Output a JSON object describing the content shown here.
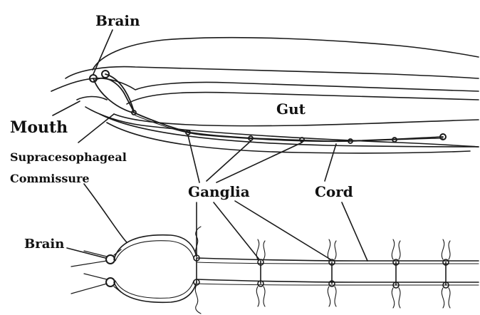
{
  "labels": {
    "brain_top": "Brain",
    "mouth": "Mouth",
    "gut": "Gut",
    "supra_line1": "Supracesophageal",
    "supra_line2": "Commissure",
    "ganglia": "Ganglia",
    "cord": "Cord",
    "brain_bottom": "Brain"
  },
  "colors": {
    "ink": "#1a1a1a",
    "background": "#ffffff"
  }
}
